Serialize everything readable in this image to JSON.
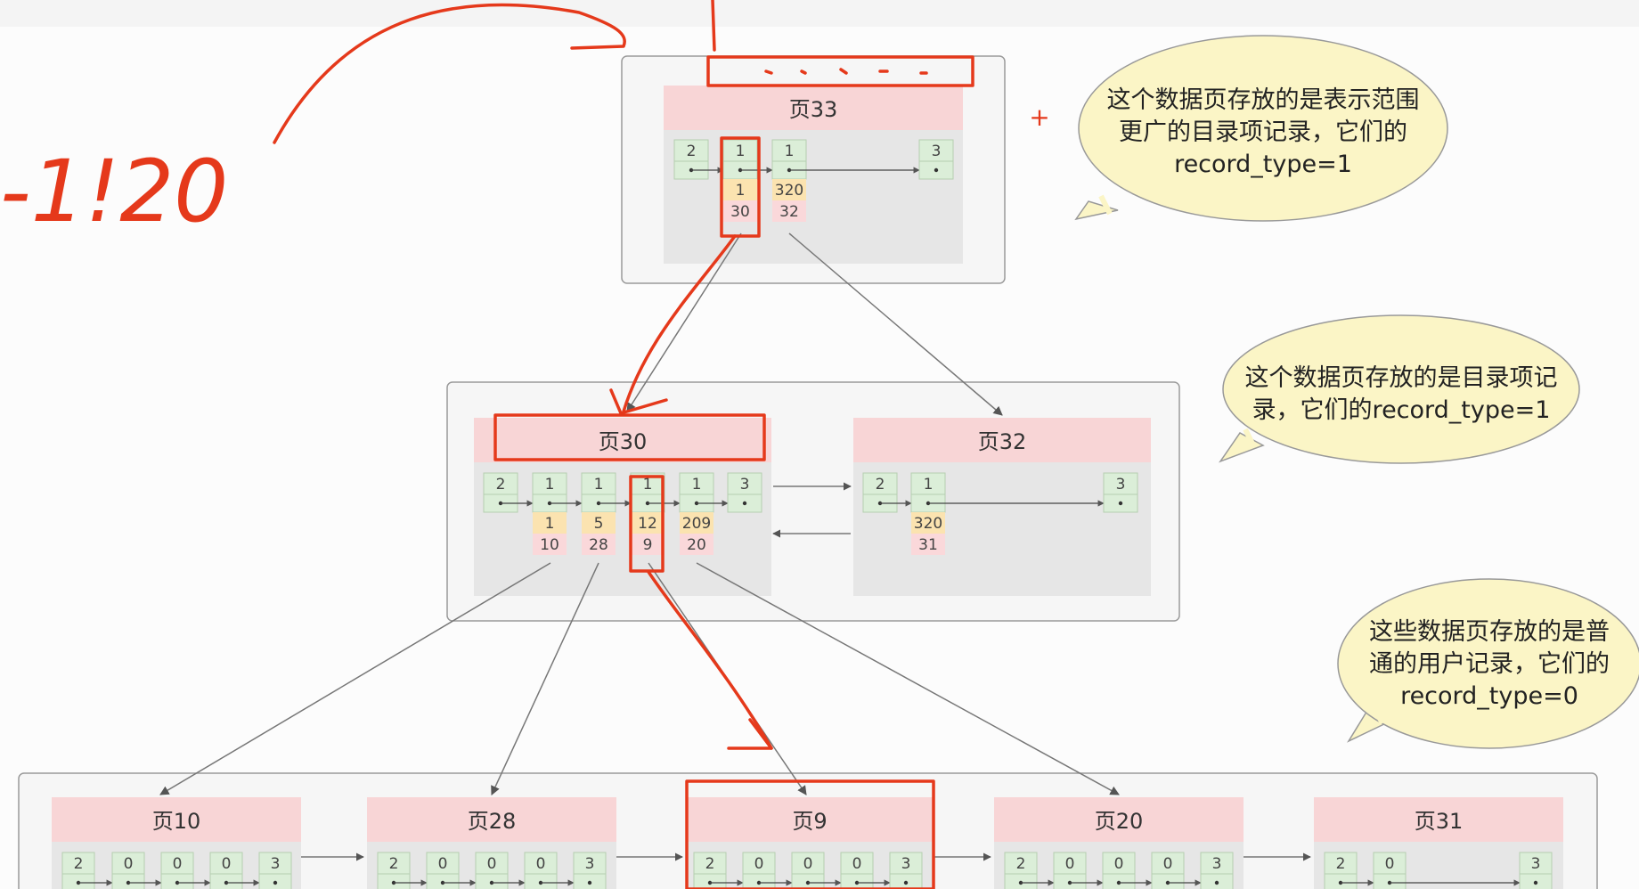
{
  "pages": {
    "p33": {
      "title": "页33",
      "cells": [
        {
          "type": "2"
        },
        {
          "type": "1",
          "key": "1",
          "page": "30"
        },
        {
          "type": "1",
          "key": "320",
          "page": "32"
        },
        {
          "type": "3"
        }
      ]
    },
    "p30": {
      "title": "页30",
      "cells": [
        {
          "type": "2"
        },
        {
          "type": "1",
          "key": "1",
          "page": "10"
        },
        {
          "type": "1",
          "key": "5",
          "page": "28"
        },
        {
          "type": "1",
          "key": "12",
          "page": "9"
        },
        {
          "type": "1",
          "key": "209",
          "page": "20"
        },
        {
          "type": "3"
        }
      ]
    },
    "p32": {
      "title": "页32",
      "cells": [
        {
          "type": "2"
        },
        {
          "type": "1",
          "key": "320",
          "page": "31"
        },
        {
          "type": "3"
        }
      ]
    },
    "p10": {
      "title": "页10",
      "cells": [
        {
          "type": "2"
        },
        {
          "type": "0"
        },
        {
          "type": "0"
        },
        {
          "type": "0"
        },
        {
          "type": "3"
        }
      ]
    },
    "p28": {
      "title": "页28",
      "cells": [
        {
          "type": "2"
        },
        {
          "type": "0"
        },
        {
          "type": "0"
        },
        {
          "type": "0"
        },
        {
          "type": "3"
        }
      ]
    },
    "p9": {
      "title": "页9",
      "cells": [
        {
          "type": "2"
        },
        {
          "type": "0"
        },
        {
          "type": "0"
        },
        {
          "type": "0"
        },
        {
          "type": "3"
        }
      ]
    },
    "p20": {
      "title": "页20",
      "cells": [
        {
          "type": "2"
        },
        {
          "type": "0"
        },
        {
          "type": "0"
        },
        {
          "type": "0"
        },
        {
          "type": "3"
        }
      ]
    },
    "p31": {
      "title": "页31",
      "cells": [
        {
          "type": "2"
        },
        {
          "type": "0"
        },
        {
          "type": "3"
        }
      ]
    }
  },
  "bubbles": {
    "top": [
      "这个数据页存放的是表示范围",
      "更广的目录项记录，它们的",
      "record_type=1"
    ],
    "middle": [
      "这个数据页存放的是目录项记",
      "录，它们的record_type=1"
    ],
    "bottom": [
      "这些数据页存放的是普",
      "通的用户记录，它们的",
      "record_type=0"
    ]
  },
  "annotation": {
    "handwriting": "-1!20",
    "plus": "+"
  },
  "colors": {
    "page_header": "#f8d5d6",
    "page_body": "#e6e6e6",
    "cell_green": "#dbeed8",
    "cell_yellow": "#fbe3b0",
    "cell_pink": "#fad8da",
    "bubble": "#fbf5c6",
    "highlight": "#e5391b"
  }
}
